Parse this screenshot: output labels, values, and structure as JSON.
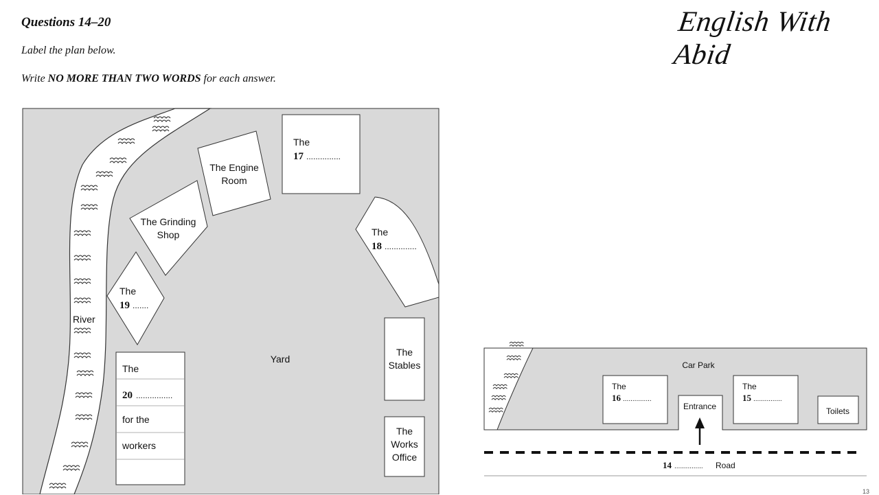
{
  "header": {
    "questions": "Questions 14–20",
    "instruction": "Label the plan below.",
    "word_limit_prefix": "Write ",
    "word_limit_bold": "NO MORE THAN TWO WORDS",
    "word_limit_suffix": " for each answer.",
    "brand": "English With Abid"
  },
  "site_plan": {
    "river_label": "River",
    "yard_label": "Yard",
    "engine_room": [
      "The Engine",
      "Room"
    ],
    "grinding_shop": [
      "The Grinding",
      "Shop"
    ],
    "q17": {
      "the": "The",
      "num": "17",
      "blank": "..............."
    },
    "q18": {
      "the": "The",
      "num": "18",
      "blank": ".............."
    },
    "q19": {
      "the": "The",
      "num": "19",
      "blank": "......."
    },
    "q20": {
      "the": "The",
      "num": "20",
      "blank": "................",
      "line3": "for the",
      "line4": "workers"
    },
    "stables": [
      "The",
      "Stables"
    ],
    "works_office": [
      "The",
      "Works",
      "Office"
    ]
  },
  "entrance_plan": {
    "car_park": "Car Park",
    "entrance": "Entrance",
    "toilets": "Toilets",
    "q15": {
      "the": "The",
      "num": "15",
      "blank": "..............."
    },
    "q16": {
      "the": "The",
      "num": "16",
      "blank": "..............."
    },
    "q14": {
      "num": "14",
      "blank": "...............",
      "suffix": "Road"
    }
  },
  "page_number": "13",
  "colors": {
    "ground": "#d9d9d9",
    "building": "#ffffff",
    "outline": "#333333"
  }
}
